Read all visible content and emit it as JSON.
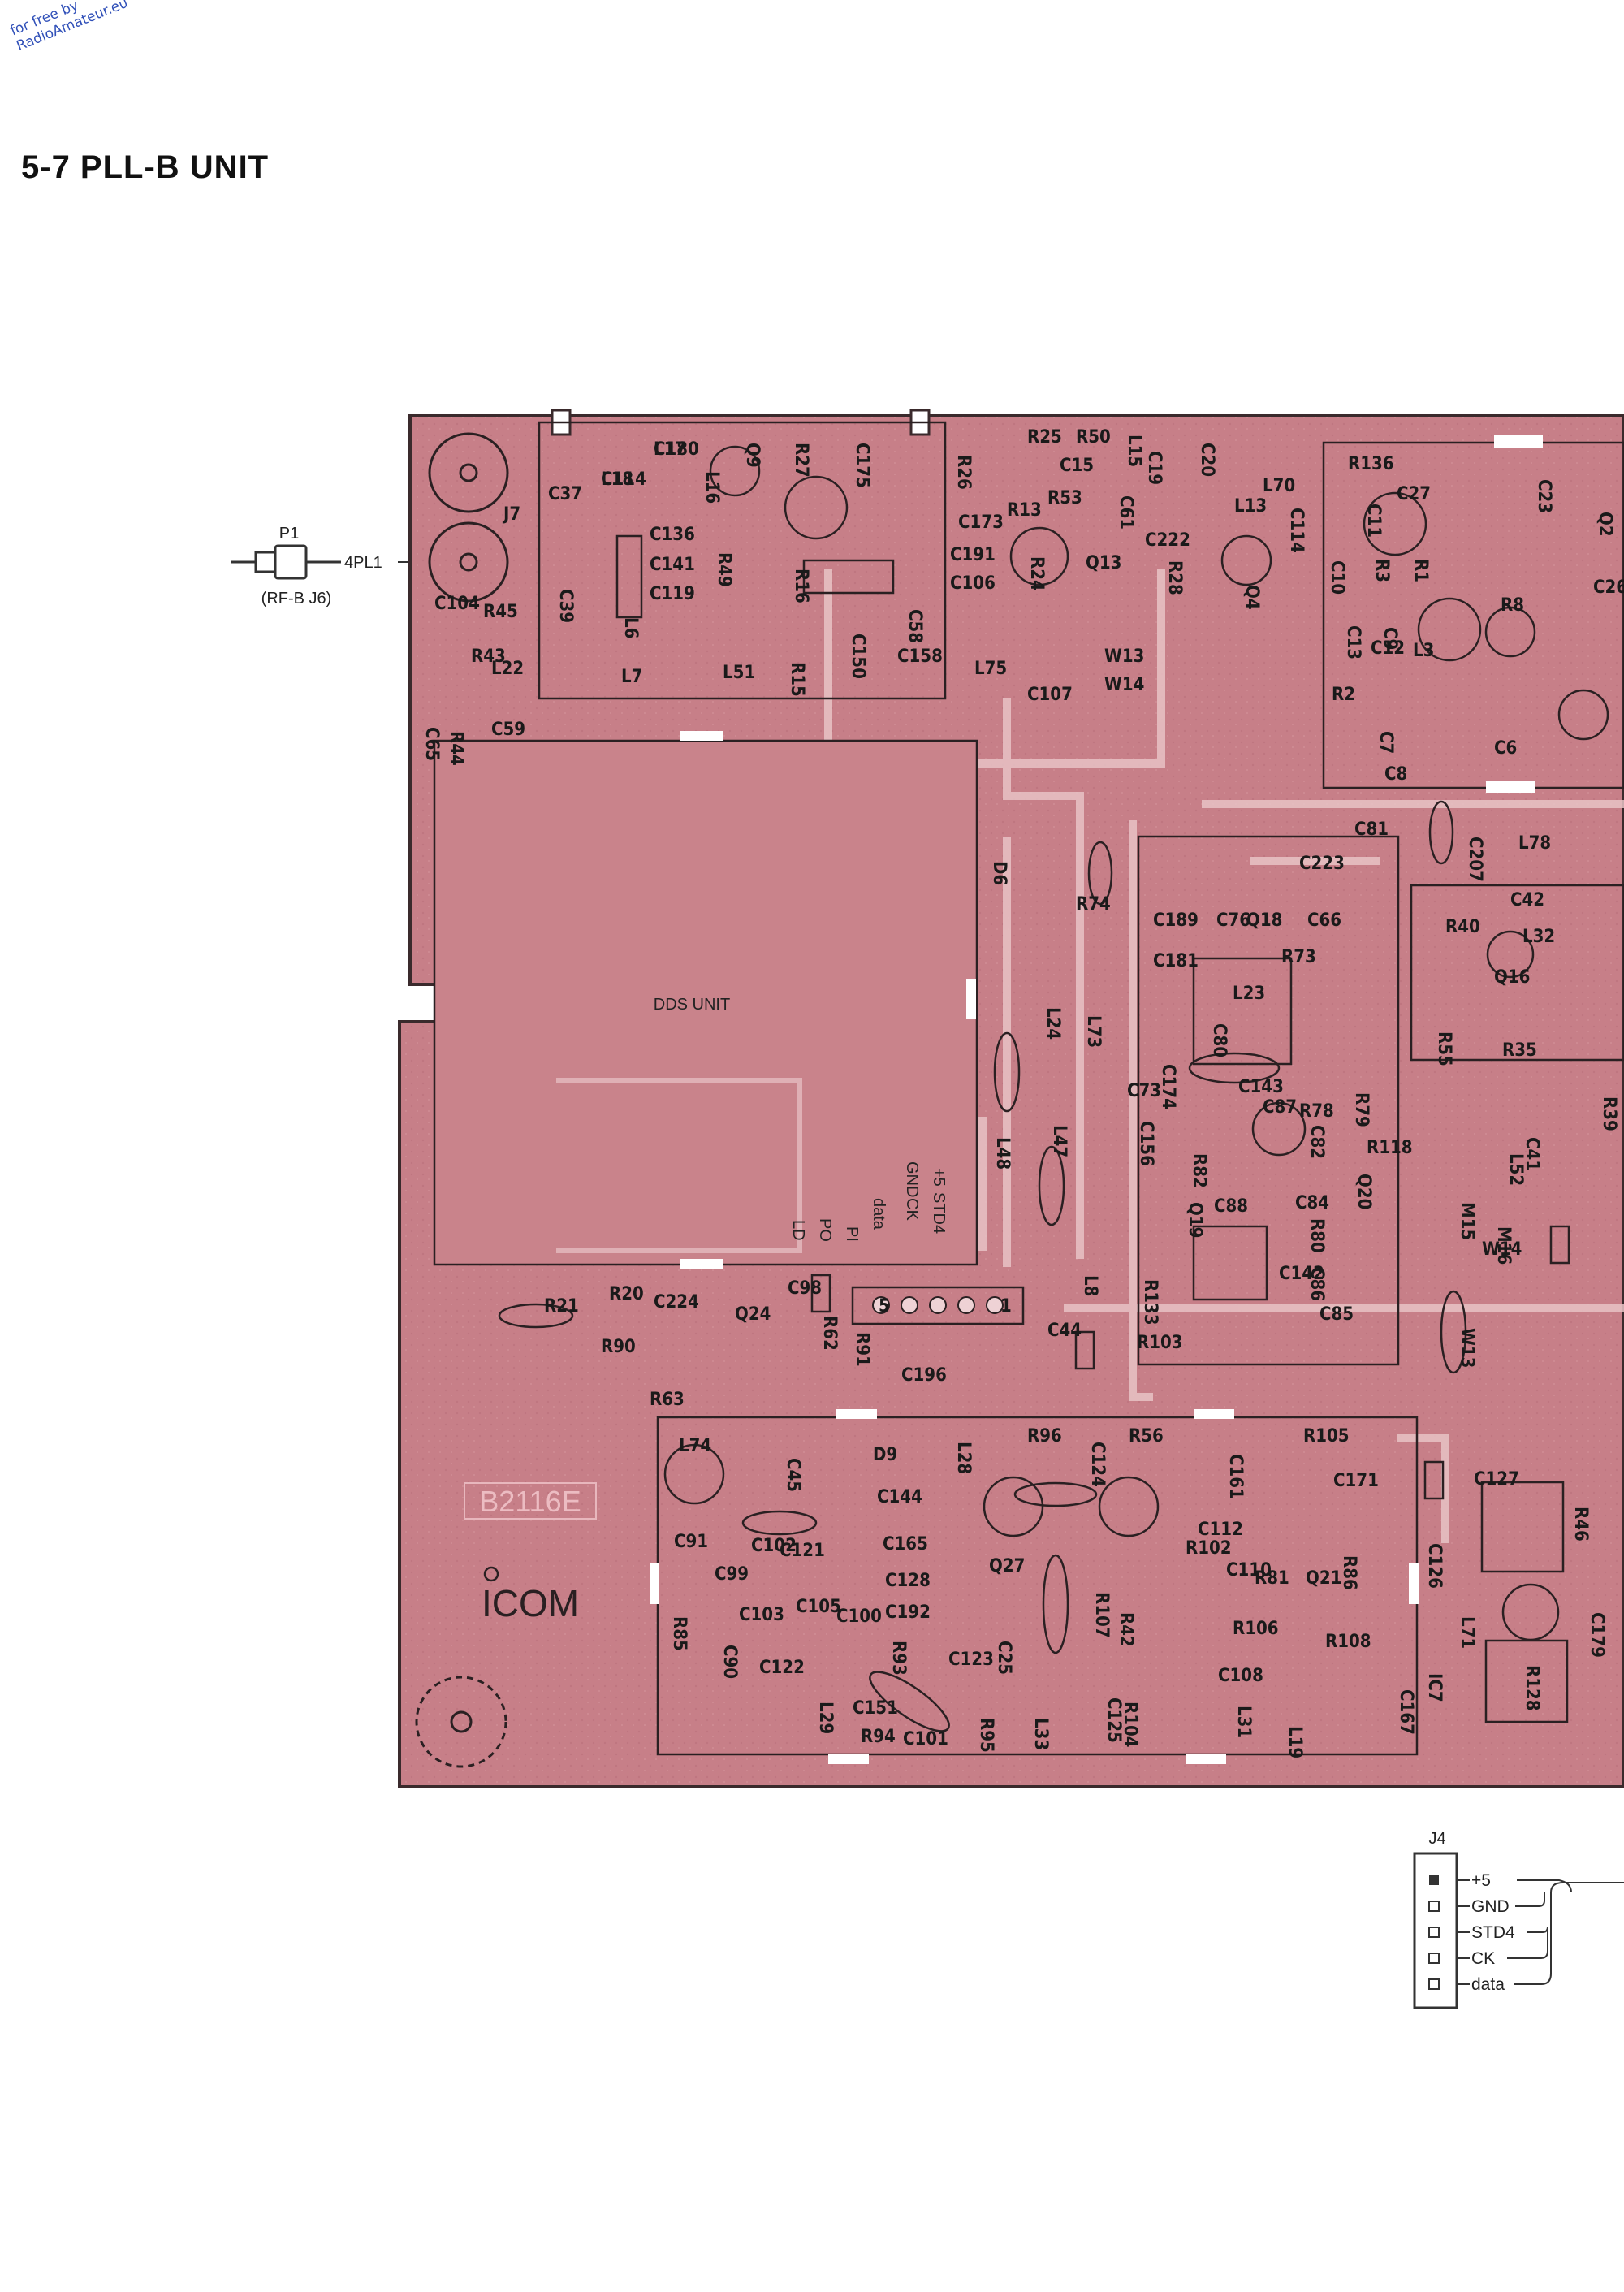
{
  "watermark": {
    "line1": "for free by",
    "line2": "RadioAmateur.eu"
  },
  "page_title": "5-7  PLL-B UNIT",
  "connector_p1": {
    "ref": "P1",
    "net": "4PL1",
    "note": "(RF-B J6)"
  },
  "dds_unit_label": "DDS UNIT",
  "board_code": "B2116E",
  "brand_logo": "ICOM",
  "j4_silk_labels": [
    "+5",
    "GND",
    "STD4",
    "CK",
    "data",
    "PI",
    "PO",
    "LD"
  ],
  "j4_pin_numbers": [
    "5",
    "1"
  ],
  "j4_schematic": {
    "ref": "J4",
    "pins": [
      "+5",
      "GND",
      "STD4",
      "CK",
      "data"
    ]
  },
  "components": [
    "L17",
    "L18",
    "L16",
    "Q9",
    "R27",
    "C175",
    "J7",
    "C37",
    "C136",
    "C141",
    "C119",
    "C39",
    "L6",
    "L7",
    "R49",
    "R16",
    "R15",
    "C150",
    "C58",
    "L51",
    "C158",
    "C104",
    "R45",
    "R43",
    "L22",
    "C59",
    "C65",
    "R44",
    "R25",
    "R50",
    "C20",
    "R26",
    "C15",
    "R13",
    "R53",
    "C61",
    "L15",
    "C19",
    "C173",
    "C191",
    "C106",
    "R24",
    "Q13",
    "C222",
    "R28",
    "L13",
    "C114",
    "Q4",
    "W13",
    "W14",
    "L75",
    "C107",
    "R136",
    "C11",
    "C27",
    "R3",
    "R1",
    "C10",
    "C9",
    "L3",
    "R2",
    "C8",
    "C13",
    "C12",
    "C7",
    "R8",
    "C6",
    "C23",
    "Q2",
    "C26",
    "C207",
    "L78",
    "D6",
    "R74",
    "C189",
    "C181",
    "C76",
    "Q18",
    "C66",
    "C81",
    "C223",
    "R73",
    "C80",
    "L23",
    "L24",
    "L73",
    "L48",
    "L47",
    "C73",
    "C174",
    "C143",
    "C156",
    "C87",
    "R78",
    "C82",
    "R79",
    "R118",
    "Q20",
    "R80",
    "C84",
    "R82",
    "C88",
    "Q19",
    "C142",
    "C86",
    "C85",
    "R133",
    "R103",
    "R63",
    "R40",
    "C42",
    "L32",
    "Q16",
    "R55",
    "R35",
    "R39",
    "C41",
    "L52",
    "M16",
    "M15",
    "W14",
    "W13",
    "R21",
    "R20",
    "C224",
    "R90",
    "Q24",
    "C98",
    "R62",
    "R91",
    "C196",
    "C44",
    "L8",
    "L74",
    "C45",
    "D9",
    "L28",
    "R96",
    "C124",
    "R56",
    "R105",
    "C171",
    "C161",
    "C144",
    "C91",
    "C102",
    "C121",
    "C99",
    "C165",
    "C128",
    "C192",
    "C103",
    "C105",
    "C100",
    "R93",
    "C25",
    "Q27",
    "R102",
    "C112",
    "C110",
    "R81",
    "Q21",
    "R86",
    "R85",
    "C90",
    "C122",
    "L29",
    "C151",
    "R94",
    "C101",
    "C123",
    "R95",
    "L33",
    "C125",
    "R104",
    "C108",
    "L31",
    "L19",
    "C167",
    "R108",
    "R106",
    "R107",
    "R42",
    "C126",
    "C127",
    "R46",
    "C179",
    "L71",
    "R128",
    "IC7",
    "L70",
    "C180",
    "C114"
  ]
}
